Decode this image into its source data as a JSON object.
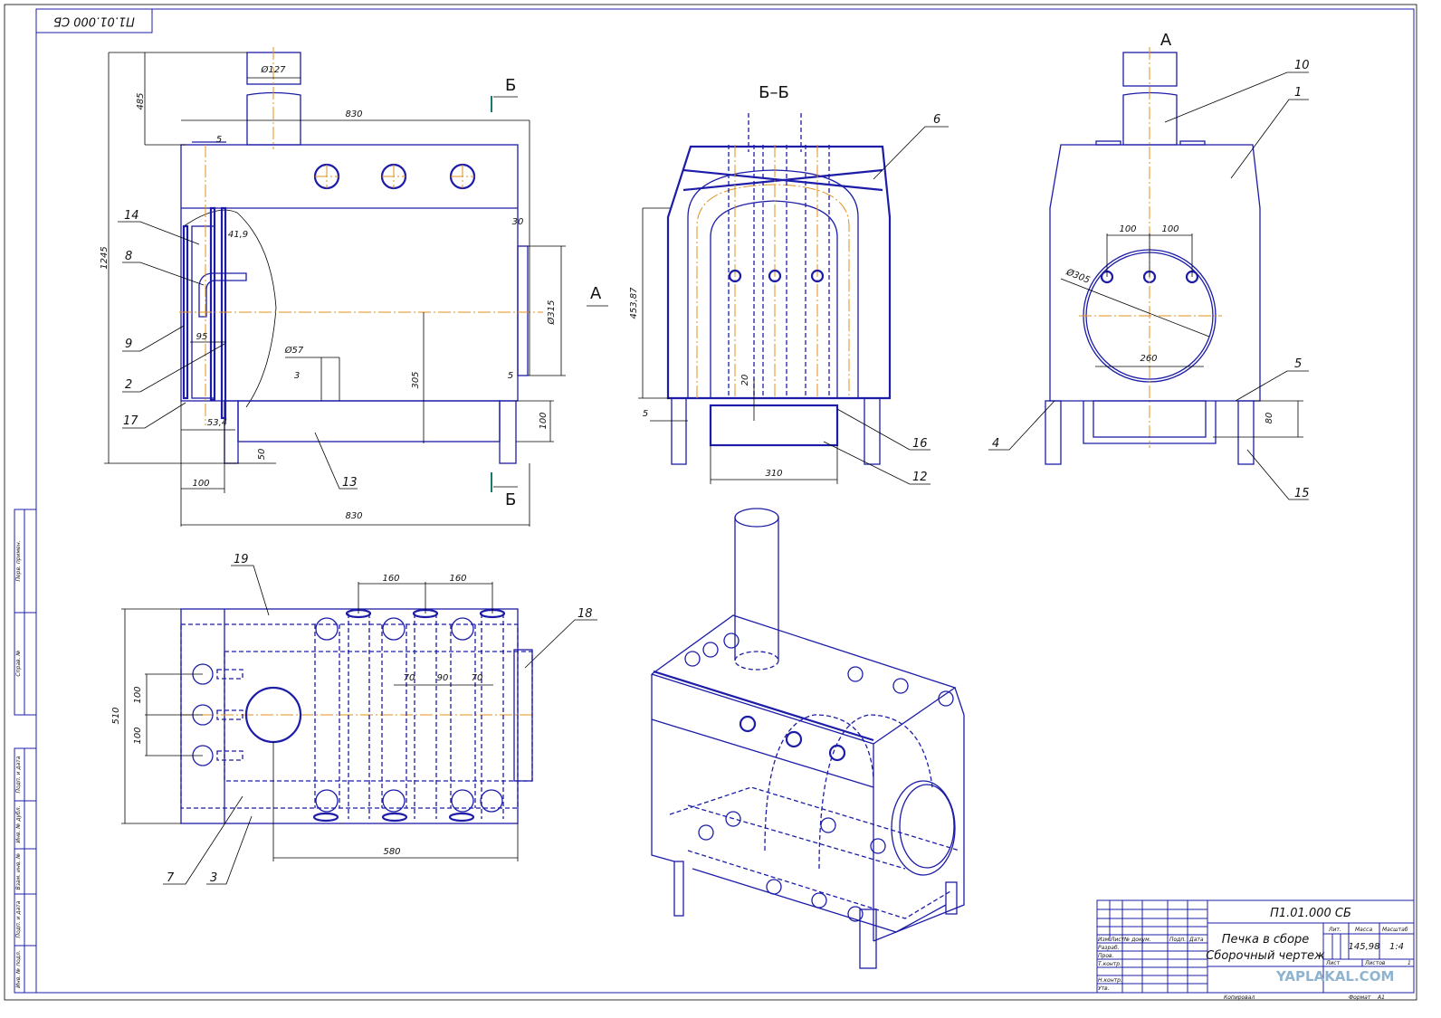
{
  "stamp": {
    "designation_rotated": "П1.01.000 СБ"
  },
  "margin_labels": [
    "Перв. примен.",
    "Справ. №",
    "Подп. и дата",
    "Инв. № дубл.",
    "Взам. инв. №",
    "Подп. и дата",
    "Инв. № подл."
  ],
  "front_view": {
    "section_mark": "Б",
    "view_arrow": "А",
    "dims": [
      "Ø127",
      "485",
      "830",
      "5",
      "1245",
      "30",
      "41,9",
      "Ø315",
      "95",
      "Ø57",
      "3",
      "305",
      "5",
      "100",
      "53,4",
      "50",
      "100",
      "830"
    ],
    "leaders": [
      "14",
      "8",
      "9",
      "2",
      "17",
      "13"
    ]
  },
  "section_view": {
    "title": "Б–Б",
    "dims": [
      "453,87",
      "20",
      "5",
      "310"
    ],
    "leaders": [
      "6",
      "16",
      "12"
    ]
  },
  "view_a": {
    "title": "А",
    "dims": [
      "100",
      "100",
      "Ø305",
      "260",
      "80"
    ],
    "leaders": [
      "10",
      "1",
      "5",
      "4",
      "15"
    ]
  },
  "plan_view": {
    "dims": [
      "160",
      "160",
      "510",
      "100",
      "100",
      "70",
      "90",
      "70",
      "580"
    ],
    "leaders": [
      "19",
      "18",
      "7",
      "3"
    ]
  },
  "title_block": {
    "designation": "П1.01.000 СБ",
    "name_line1": "Печка в сборе",
    "name_line2": "Сборочный чертеж",
    "headers": [
      "Изм.",
      "Лист",
      "№ докум.",
      "Подп.",
      "Дата"
    ],
    "roles": [
      "Разраб.",
      "Пров.",
      "Т.контр.",
      "Н.контр.",
      "Утв."
    ],
    "lit_label": "Лит.",
    "mass_label": "Масса",
    "scale_label": "Масштаб",
    "mass": "145,98",
    "scale": "1:4",
    "sheet_label": "Лист",
    "sheets_label": "Листов",
    "sheets": "1",
    "copied": "Копировал",
    "format_label": "Формат",
    "format": "А1"
  },
  "watermark": "YAPLAKAL.COM",
  "colors": {
    "outline": "#1c1ca8",
    "centerline": "#e0901e",
    "dimension": "#000000"
  }
}
